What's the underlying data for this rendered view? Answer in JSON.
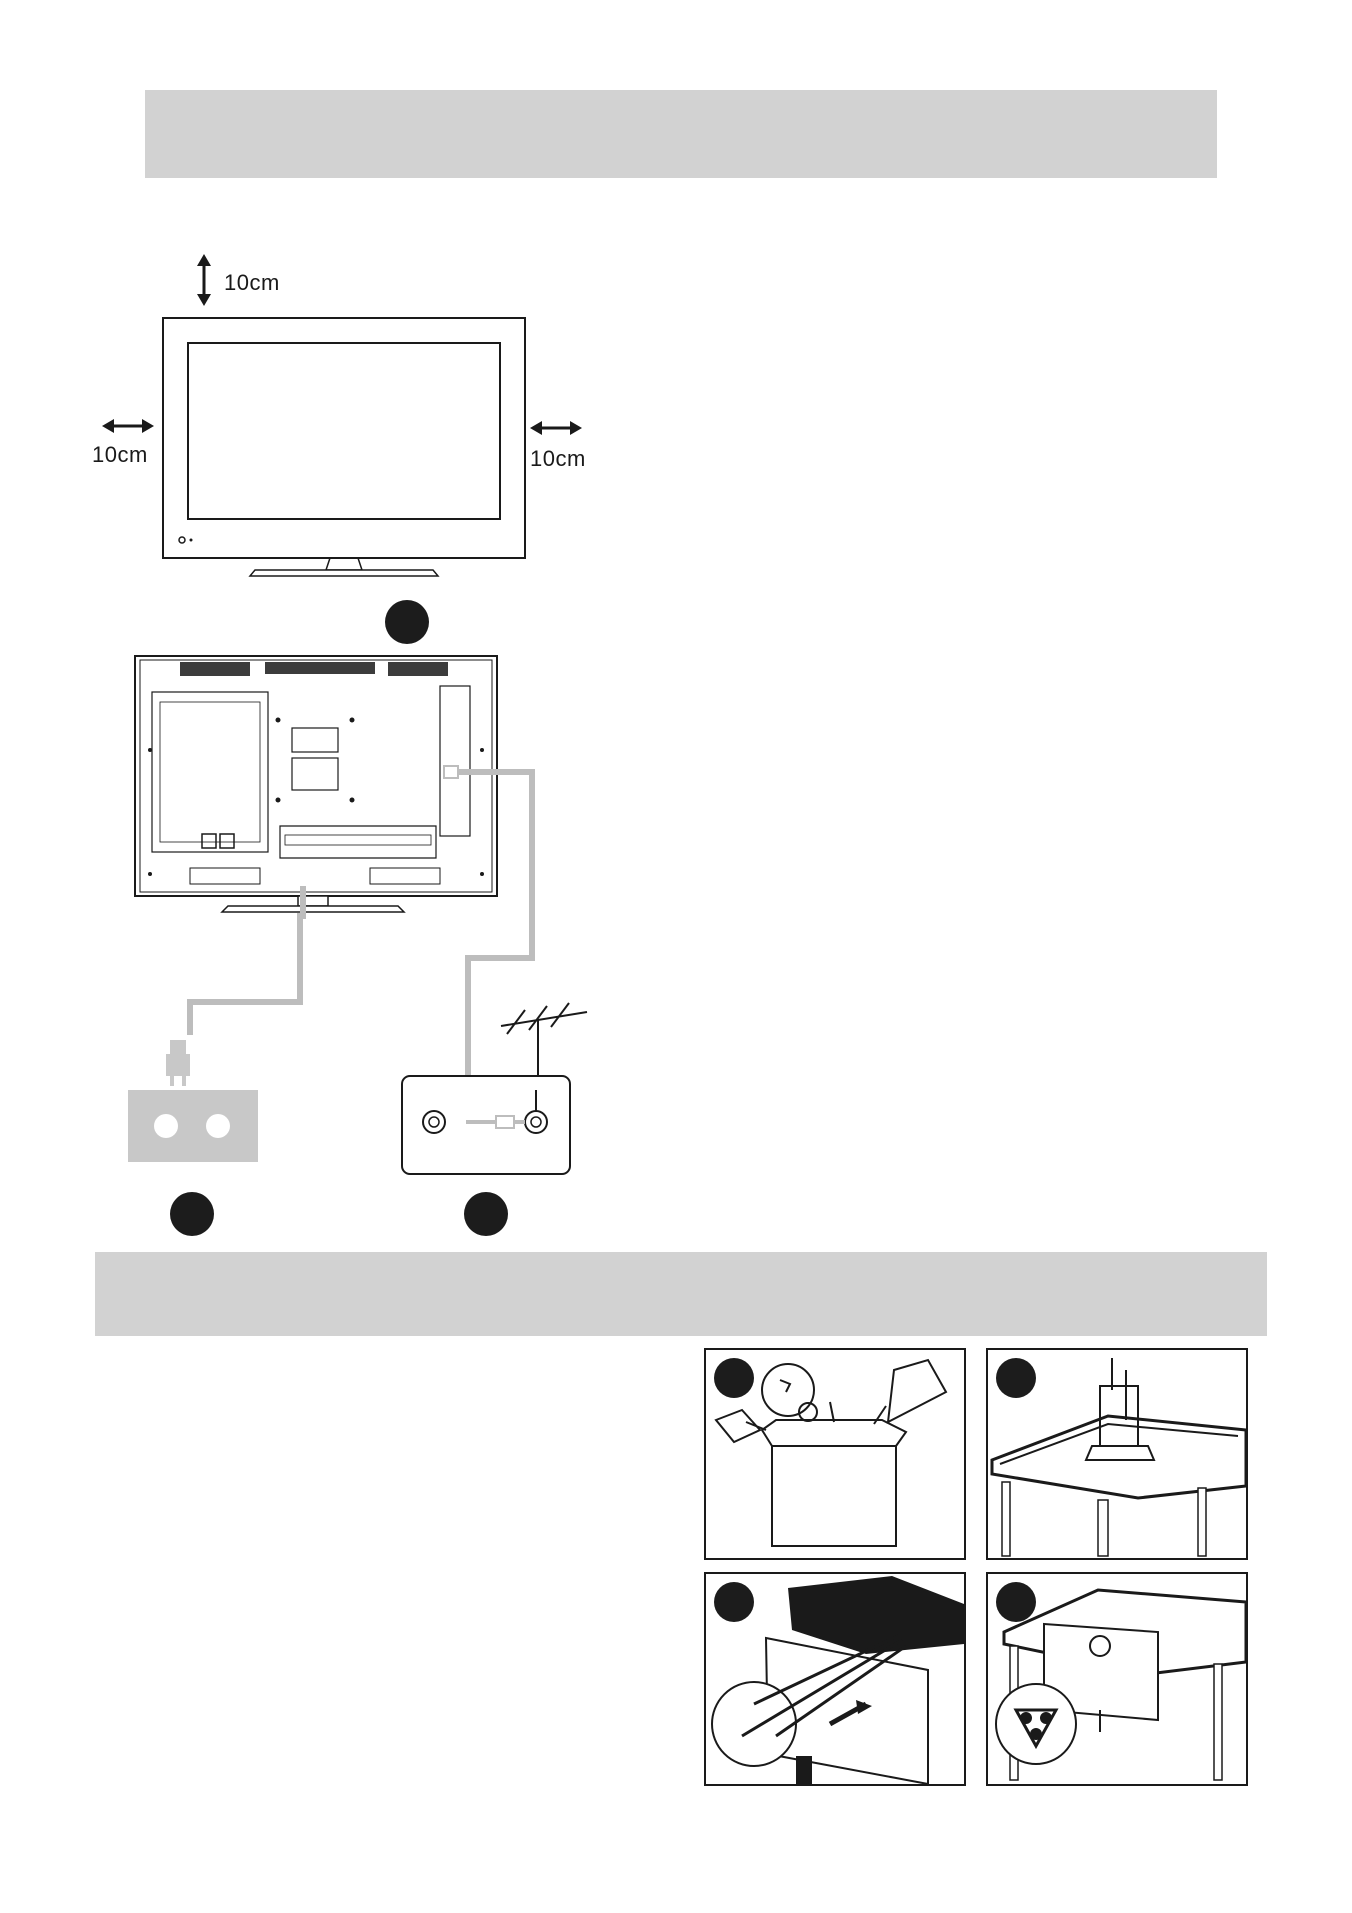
{
  "clearance": {
    "top_label": "10cm",
    "left_label": "10cm",
    "right_label": "10cm"
  },
  "colors": {
    "banner": "#d2d2d2",
    "cable": "#bdbdbd",
    "ink": "#1a1a1a"
  },
  "icons": [
    "tv-front-illustration",
    "tv-rear-illustration",
    "power-outlet-icon",
    "antenna-icon",
    "aerial-wall-socket-icon",
    "box-unpacking-illustration",
    "stand-assembly-illustration",
    "stand-attach-illustration",
    "stand-secured-illustration"
  ]
}
